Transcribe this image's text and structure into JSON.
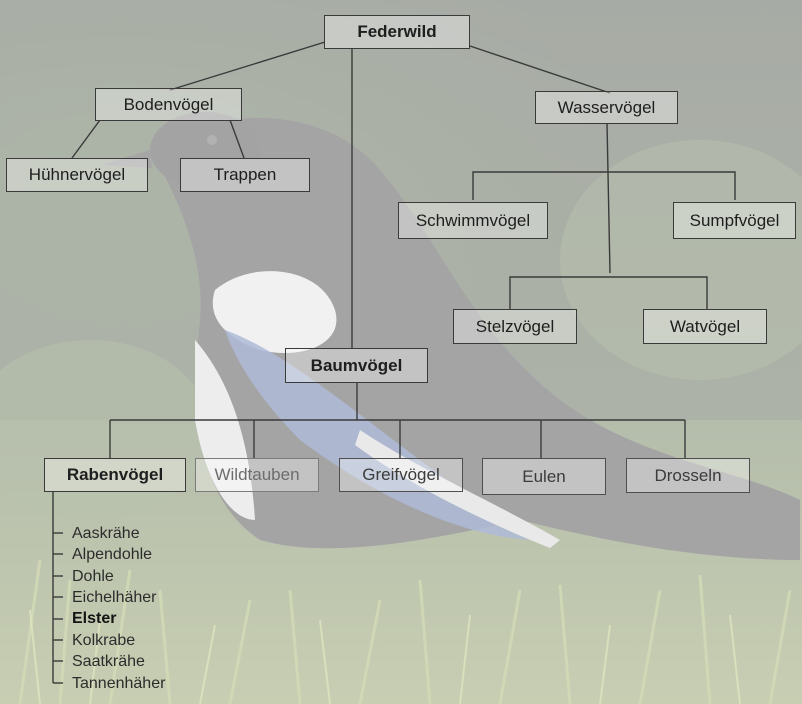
{
  "diagram": {
    "root": "Federwild",
    "groups": {
      "bodenvoegel": {
        "label": "Bodenvögel",
        "children": [
          "Hühnervögel",
          "Trappen"
        ]
      },
      "wasservoegel": {
        "label": "Wasservögel",
        "children": [
          "Schwimmvögel",
          "Sumpfvögel",
          "Stelzvögel",
          "Watvögel"
        ]
      },
      "baumvoegel": {
        "label": "Baumvögel",
        "children": [
          "Rabenvögel",
          "Wildtauben",
          "Greifvögel",
          "Eulen",
          "Drosseln"
        ]
      }
    },
    "rabenvoegel_species": [
      "Aaskrähe",
      "Alpendohle",
      "Dohle",
      "Eichelhäher",
      "Elster",
      "Kolkrabe",
      "Saatkrähe",
      "Tannenhäher"
    ],
    "highlighted_species": "Elster"
  },
  "colors": {
    "line": "#3a3a3a",
    "text": "#1e1e1e",
    "faded_text": "#6d6d6d",
    "veil": "#f0f0f0"
  }
}
